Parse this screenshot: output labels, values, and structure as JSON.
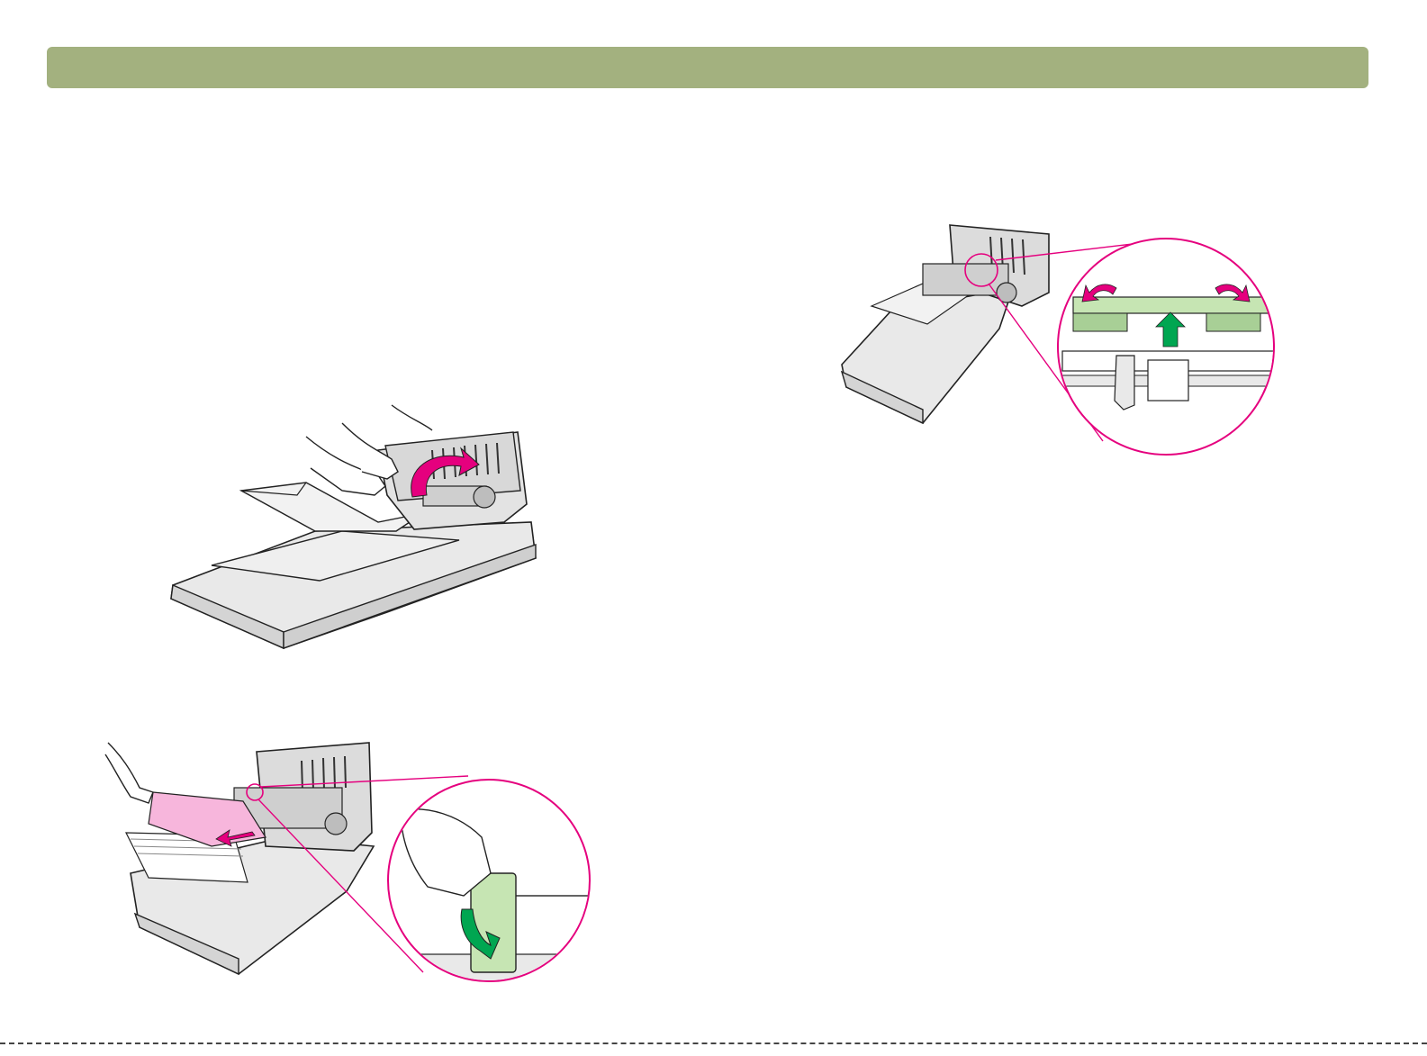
{
  "colors": {
    "header_bar": "#a3b17f",
    "highlight_magenta": "#e5007e",
    "highlight_green": "#00a651",
    "light_green": "#c6e5b3",
    "light_pink": "#f7b6dc",
    "scanner_gray": "#e9e9e9",
    "outline": "#222222"
  },
  "figures": [
    {
      "id": "open-adf-cover",
      "icons": [
        "hand-icon",
        "curved-arrow-icon"
      ]
    },
    {
      "id": "remove-paper-jam",
      "icons": [
        "hand-icon",
        "paper-sheet-icon",
        "arrow-icon",
        "magnifier-callout-icon",
        "lever-icon"
      ]
    },
    {
      "id": "release-roller-assembly",
      "icons": [
        "magnifier-callout-icon",
        "arrow-up-icon",
        "curved-arrow-icon"
      ]
    }
  ]
}
